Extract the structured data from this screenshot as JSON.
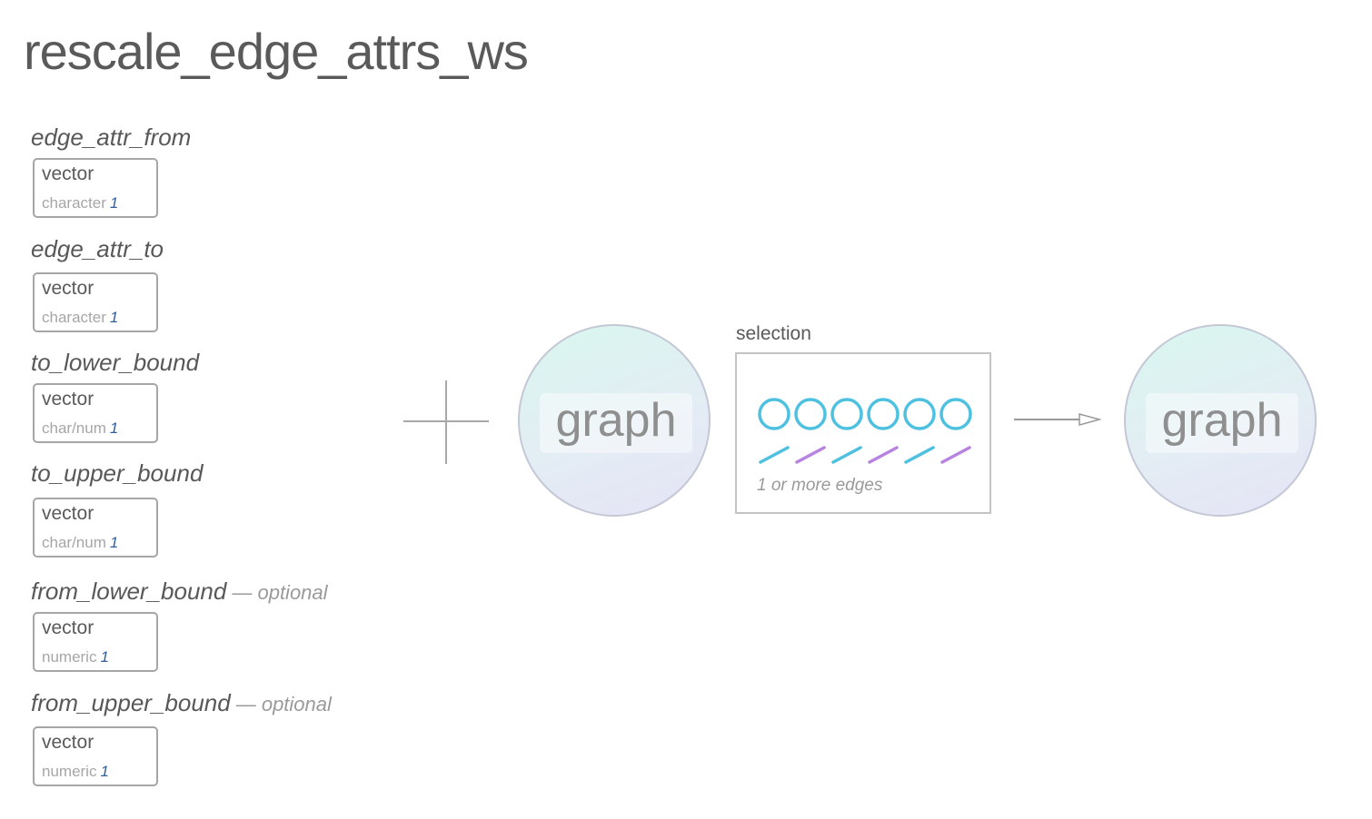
{
  "title": "rescale_edge_attrs_ws",
  "params": [
    {
      "name": "edge_attr_from",
      "optional": "",
      "type": "vector",
      "subtype": "character",
      "count": "1"
    },
    {
      "name": "edge_attr_to",
      "optional": "",
      "type": "vector",
      "subtype": "character",
      "count": "1"
    },
    {
      "name": "to_lower_bound",
      "optional": "",
      "type": "vector",
      "subtype": "char/num",
      "count": "1"
    },
    {
      "name": "to_upper_bound",
      "optional": "",
      "type": "vector",
      "subtype": "char/num",
      "count": "1"
    },
    {
      "name": "from_lower_bound",
      "optional": "— optional",
      "type": "vector",
      "subtype": "numeric",
      "count": "1"
    },
    {
      "name": "from_upper_bound",
      "optional": "— optional",
      "type": "vector",
      "subtype": "numeric",
      "count": "1"
    }
  ],
  "input_graph": {
    "label": "graph"
  },
  "selection": {
    "label": "selection",
    "caption": "1 or more edges",
    "node_color": "#4fc1e0",
    "edge_colors": [
      "#4fc1e0",
      "#b785e0"
    ]
  },
  "output_graph": {
    "label": "graph"
  }
}
